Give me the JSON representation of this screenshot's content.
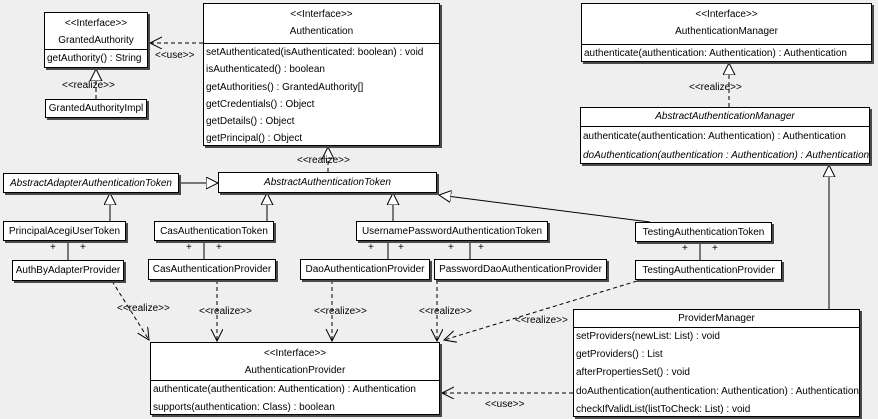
{
  "diagram": {
    "type": "uml-class-diagram",
    "colors": {
      "background": "#efefef",
      "box_fill": "#ffffff",
      "line": "#000000",
      "shadow": "#4a4a4a"
    }
  },
  "labels": {
    "realize": "<<realize>>",
    "use": "<<use>>",
    "plus": "+"
  },
  "classes": {
    "granted_authority": {
      "stereotype": "<<Interface>>",
      "name": "GrantedAuthority",
      "methods": [
        "getAuthority() : String"
      ]
    },
    "granted_authority_impl": {
      "name": "GrantedAuthorityImpl"
    },
    "authentication": {
      "stereotype": "<<Interface>>",
      "name": "Authentication",
      "methods": [
        "setAuthenticated(isAuthenticated: boolean) : void",
        "isAuthenticated() : boolean",
        "getAuthorities() : GrantedAuthority[]",
        "getCredentials() : Object",
        "getDetails() : Object",
        "getPrincipal() : Object"
      ]
    },
    "authentication_manager": {
      "stereotype": "<<Interface>>",
      "name": "AuthenticationManager",
      "methods": [
        "authenticate(authentication: Authentication) : Authentication"
      ]
    },
    "abstract_authentication_manager": {
      "name": "AbstractAuthenticationManager",
      "methods": [
        "authenticate(authentication: Authentication) : Authentication",
        "doAuthentication(authentication : Authentication) : Authentication"
      ]
    },
    "abstract_adapter_authentication_token": {
      "name": "AbstractAdapterAuthenticationToken"
    },
    "abstract_authentication_token": {
      "name": "AbstractAuthenticationToken"
    },
    "principal_acegi_user_token": {
      "name": "PrincipalAcegiUserToken"
    },
    "cas_authentication_token": {
      "name": "CasAuthenticationToken"
    },
    "username_password_authentication_token": {
      "name": "UsernamePasswordAuthenticationToken"
    },
    "testing_authentication_token": {
      "name": "TestingAuthenticationToken"
    },
    "auth_by_adapter_provider": {
      "name": "AuthByAdapterProvider"
    },
    "cas_authentication_provider": {
      "name": "CasAuthenticationProvider"
    },
    "dao_authentication_provider": {
      "name": "DaoAuthenticationProvider"
    },
    "password_dao_authentication_provider": {
      "name": "PasswordDaoAuthenticationProvider"
    },
    "testing_authentication_provider": {
      "name": "TestingAuthenticationProvider"
    },
    "authentication_provider": {
      "stereotype": "<<Interface>>",
      "name": "AuthenticationProvider",
      "methods": [
        "authenticate(authentication: Authentication) : Authentication",
        "supports(authentication: Class) : boolean"
      ]
    },
    "provider_manager": {
      "name": "ProviderManager",
      "methods": [
        "setProviders(newList: List) : void",
        "getProviders() : List",
        "afterPropertiesSet() : void",
        "doAuthentication(authentication: Authentication) : Authentication",
        "checkIfValidList(listToCheck: List) : void"
      ]
    }
  }
}
